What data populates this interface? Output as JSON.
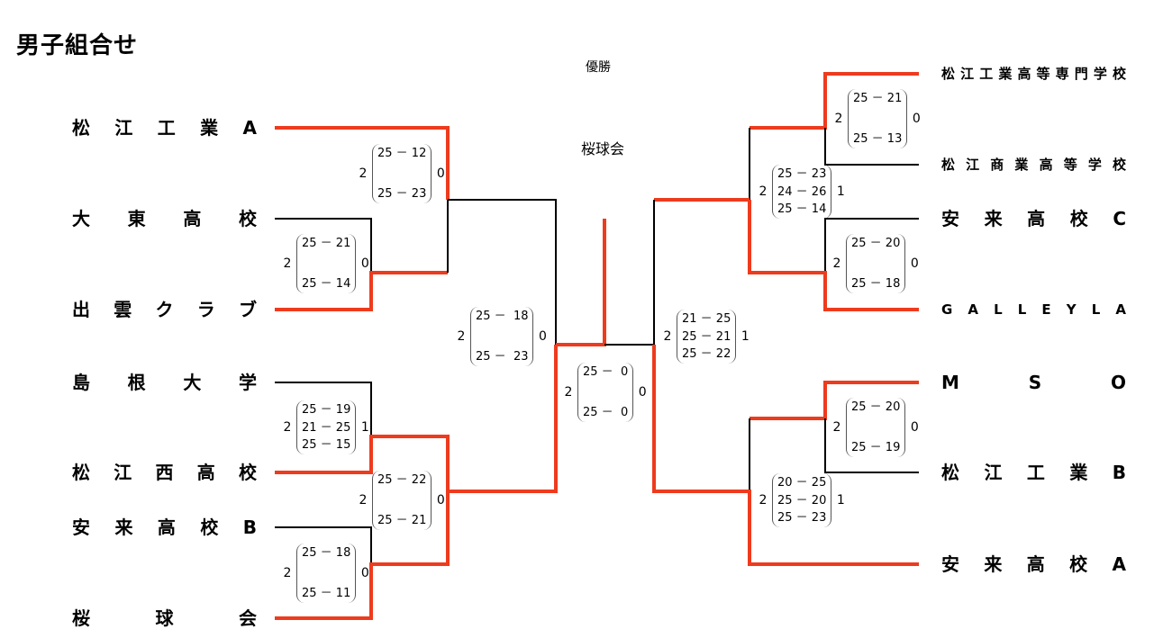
{
  "page_title": "男子組合せ",
  "champion": {
    "label": "優勝",
    "team": "桜球会"
  },
  "colors": {
    "winner_line": "#EE3B1E",
    "normal_line": "#000000"
  },
  "left_teams": [
    {
      "name": "松江工業A",
      "chars": [
        "松",
        "江",
        "工",
        "業",
        "A"
      ]
    },
    {
      "name": "大東高校",
      "chars": [
        "大",
        "東",
        "高",
        "校"
      ]
    },
    {
      "name": "出雲クラブ",
      "chars": [
        "出",
        "雲",
        "ク",
        "ラ",
        "ブ"
      ]
    },
    {
      "name": "島根大学",
      "chars": [
        "島",
        "根",
        "大",
        "学"
      ]
    },
    {
      "name": "松江西高校",
      "chars": [
        "松",
        "江",
        "西",
        "高",
        "校"
      ]
    },
    {
      "name": "安来高校B",
      "chars": [
        "安",
        "来",
        "高",
        "校",
        "B"
      ]
    },
    {
      "name": "桜球会",
      "chars": [
        "桜",
        "球",
        "会"
      ]
    }
  ],
  "right_teams": [
    {
      "name": "松江工業高等専門学校",
      "chars": [
        "松",
        "江",
        "工",
        "業",
        "高",
        "等",
        "専",
        "門",
        "学",
        "校"
      ]
    },
    {
      "name": "松江商業高等学校",
      "chars": [
        "松",
        "江",
        "商",
        "業",
        "高",
        "等",
        "学",
        "校"
      ]
    },
    {
      "name": "安来高校C",
      "chars": [
        "安",
        "来",
        "高",
        "校",
        "C"
      ]
    },
    {
      "name": "GALLEY LA",
      "chars": [
        "G",
        "A",
        "L",
        "L",
        "E",
        "Y",
        "L",
        "A"
      ]
    },
    {
      "name": "MSO",
      "chars": [
        "M",
        "S",
        "O"
      ]
    },
    {
      "name": "松江工業B",
      "chars": [
        "松",
        "江",
        "工",
        "業",
        "B"
      ]
    },
    {
      "name": "安来高校A",
      "chars": [
        "安",
        "来",
        "高",
        "校",
        "A"
      ]
    }
  ],
  "matches": [
    {
      "id": "L-R1-a",
      "left_sets": "2",
      "right_sets": "0",
      "games": [
        "25 － 21",
        "25 － 14"
      ]
    },
    {
      "id": "L-R2-a",
      "left_sets": "2",
      "right_sets": "0",
      "games": [
        "25 － 12",
        "25 － 23"
      ]
    },
    {
      "id": "L-R1-b",
      "left_sets": "2",
      "right_sets": "1",
      "games": [
        "25 － 19",
        "21 － 25",
        "25 － 15"
      ]
    },
    {
      "id": "L-R1-c",
      "left_sets": "2",
      "right_sets": "0",
      "games": [
        "25 － 18",
        "25 － 11"
      ]
    },
    {
      "id": "L-R2-b",
      "left_sets": "2",
      "right_sets": "0",
      "games": [
        "25 － 22",
        "25 － 21"
      ]
    },
    {
      "id": "L-SF",
      "left_sets": "2",
      "right_sets": "0",
      "games": [
        "25 －  18",
        "25 －  23"
      ]
    },
    {
      "id": "Final",
      "left_sets": "2",
      "right_sets": "0",
      "games": [
        "25 －  0",
        "25 －  0"
      ]
    },
    {
      "id": "R-SF",
      "left_sets": "2",
      "right_sets": "1",
      "games": [
        "21 － 25",
        "25 － 21",
        "25 － 22"
      ]
    },
    {
      "id": "R-R1-a",
      "left_sets": "2",
      "right_sets": "0",
      "games": [
        "25 － 21",
        "25 － 13"
      ]
    },
    {
      "id": "R-R2-a",
      "left_sets": "2",
      "right_sets": "1",
      "games": [
        "25 － 23",
        "24 － 26",
        "25 － 14"
      ]
    },
    {
      "id": "R-R1-b",
      "left_sets": "2",
      "right_sets": "0",
      "games": [
        "25 － 20",
        "25 － 18"
      ]
    },
    {
      "id": "R-R1-c",
      "left_sets": "2",
      "right_sets": "0",
      "games": [
        "25 － 20",
        "25 － 19"
      ]
    },
    {
      "id": "R-R2-b",
      "left_sets": "2",
      "right_sets": "1",
      "games": [
        "20 － 25",
        "25 － 20",
        "25 － 23"
      ]
    }
  ]
}
